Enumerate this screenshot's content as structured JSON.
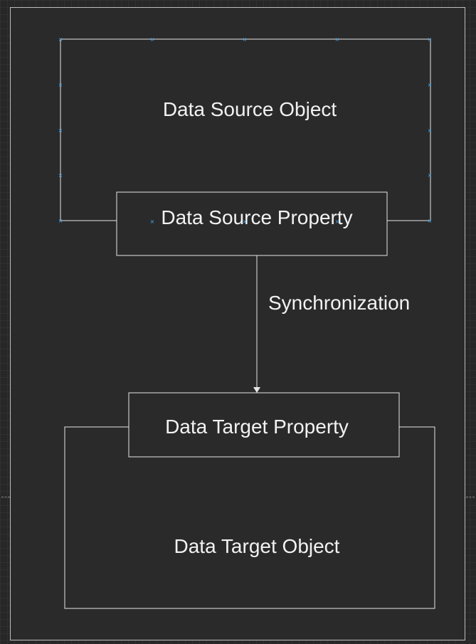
{
  "diagram": {
    "nodes": {
      "source_object": {
        "label": "Data Source Object"
      },
      "source_property": {
        "label": "Data Source Property"
      },
      "target_property": {
        "label": "Data Target Property"
      },
      "target_object": {
        "label": "Data Target Object"
      }
    },
    "edge": {
      "label": "Synchronization"
    }
  },
  "colors": {
    "canvas_bg": "#272727",
    "frame_bg": "#2a2a2a",
    "stroke": "#e6e6e6",
    "selection_handle": "#3fa9f5",
    "text": "#f2f2f2"
  }
}
